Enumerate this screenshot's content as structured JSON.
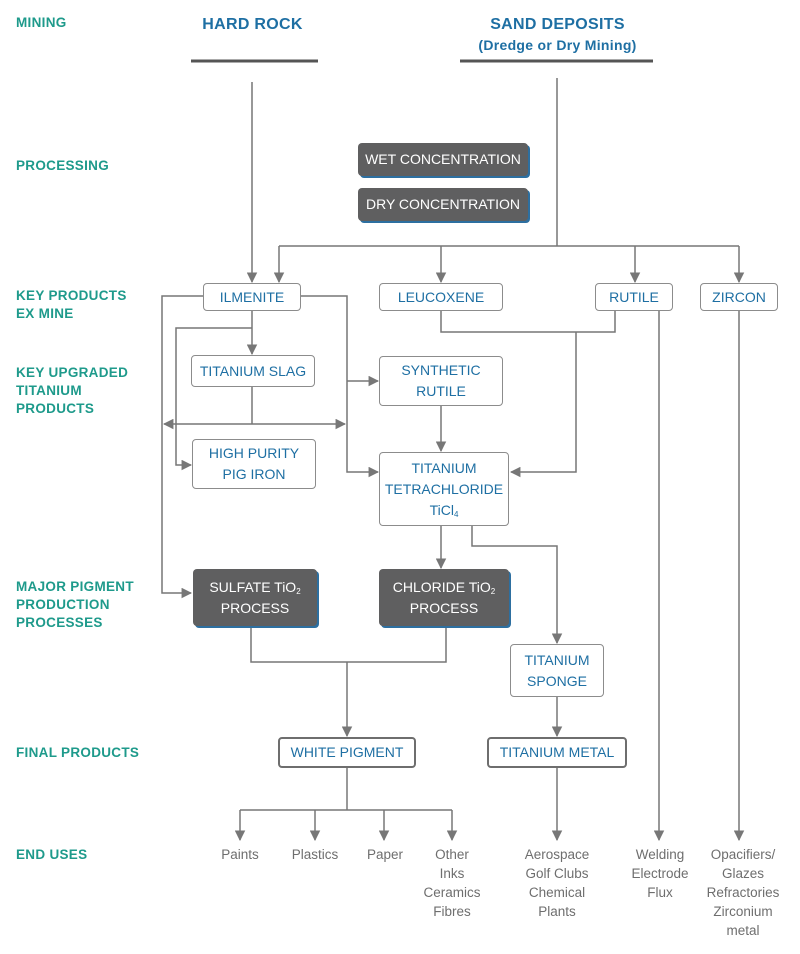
{
  "stages": {
    "mining": "MINING",
    "processing": "PROCESSING",
    "key_products": [
      "KEY PRODUCTS",
      "EX MINE"
    ],
    "key_upgraded": [
      "KEY UPGRADED",
      "TITANIUM",
      "PRODUCTS"
    ],
    "major_pigment": [
      "MAJOR PIGMENT",
      "PRODUCTION",
      "PROCESSES"
    ],
    "final_products": "FINAL PRODUCTS",
    "end_uses": "END USES"
  },
  "sources": {
    "hard_rock": "HARD ROCK",
    "sand_deposits": "SAND DEPOSITS",
    "sand_deposits_sub": "(Dredge or Dry Mining)"
  },
  "processing": {
    "wet": "WET CONCENTRATION",
    "dry": "DRY CONCENTRATION"
  },
  "products": {
    "ilmenite": "ILMENITE",
    "leucoxene": "LEUCOXENE",
    "rutile": "RUTILE",
    "zircon": "ZIRCON"
  },
  "upgraded": {
    "titanium_slag": "TITANIUM SLAG",
    "synthetic_rutile": [
      "SYNTHETIC",
      "RUTILE"
    ],
    "pig_iron": [
      "HIGH PURITY",
      "PIG IRON"
    ],
    "ticl4": [
      "TITANIUM",
      "TETRACHLORIDE",
      "TiCl",
      "4"
    ]
  },
  "pigment_processes": {
    "sulfate": [
      "SULFATE TiO",
      "2",
      "PROCESS"
    ],
    "chloride": [
      "CHLORIDE TiO",
      "2",
      "PROCESS"
    ],
    "sponge": [
      "TITANIUM",
      "SPONGE"
    ]
  },
  "final": {
    "white_pigment": "WHITE PIGMENT",
    "titanium_metal": "TITANIUM METAL"
  },
  "end_uses": {
    "paints": [
      "Paints"
    ],
    "plastics": [
      "Plastics"
    ],
    "paper": [
      "Paper"
    ],
    "other": [
      "Other",
      "Inks",
      "Ceramics",
      "Fibres"
    ],
    "aerospace": [
      "Aerospace",
      "Golf Clubs",
      "Chemical",
      "Plants"
    ],
    "welding": [
      "Welding",
      "Electrode",
      "Flux"
    ],
    "zircon_uses": [
      "Opacifiers/",
      "Glazes",
      "Refractories",
      "Zirconium",
      "metal"
    ]
  },
  "colors": {
    "stage_label": "#1e9a8b",
    "box_text": "#1e6fa3",
    "process_fill": "#5f5f60",
    "connector": "#777777"
  }
}
